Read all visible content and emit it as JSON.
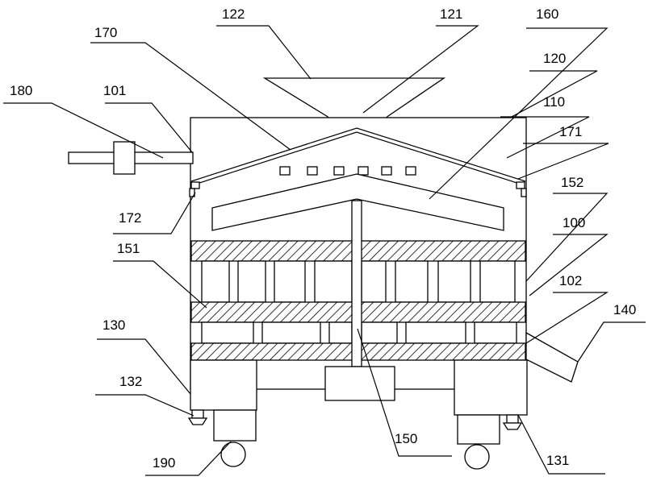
{
  "labels": {
    "l100": "100",
    "l101": "101",
    "l102": "102",
    "l110": "110",
    "l120": "120",
    "l121": "121",
    "l122": "122",
    "l130": "130",
    "l131": "131",
    "l132": "132",
    "l140": "140",
    "l150": "150",
    "l151": "151",
    "l152": "152",
    "l160": "160",
    "l170": "170",
    "l171": "171",
    "l172": "172",
    "l180": "180",
    "l190": "190"
  },
  "colors": {
    "line": "#000000",
    "background": "#ffffff"
  }
}
